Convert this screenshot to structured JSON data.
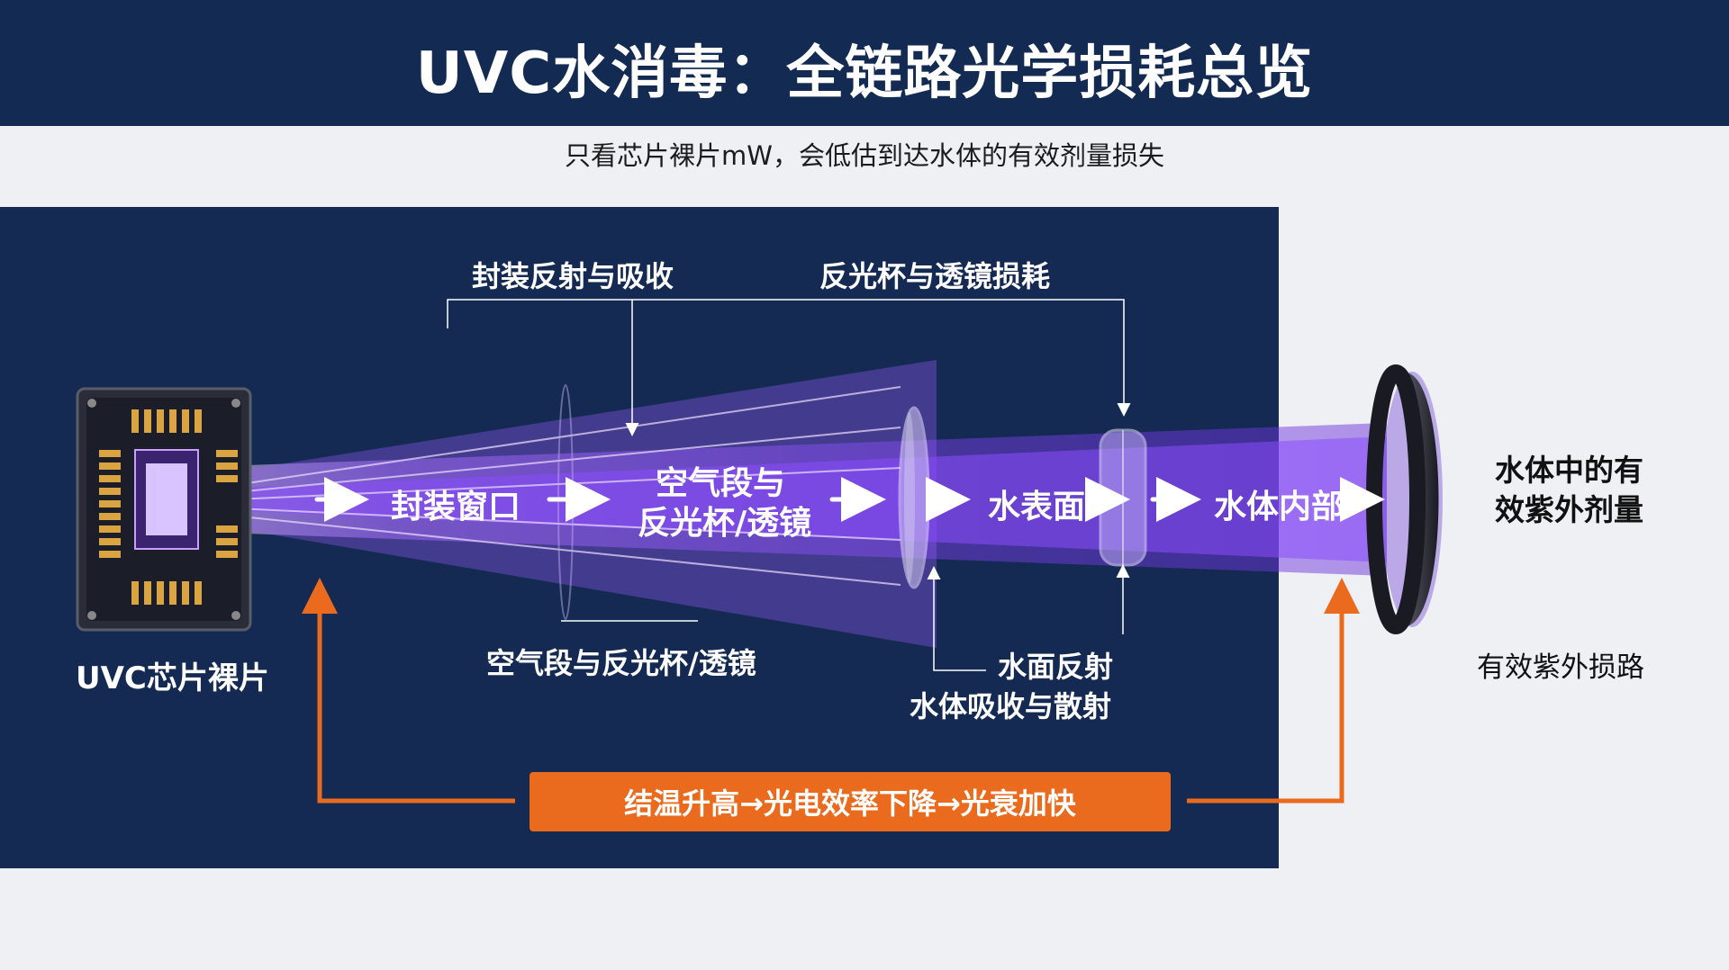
{
  "header": {
    "title": "UVC水消毒：全链路光学损耗总览",
    "subtitle": "只看芯片裸片mW，会低估到达水体的有效剂量损失"
  },
  "top_labels": {
    "package_loss": "封装反射与吸收",
    "reflector_loss": "反光杯与透镜损耗"
  },
  "stages": {
    "package_window": "封装窗口",
    "air_reflector_line1": "空气段与",
    "air_reflector_line2": "反光杯/透镜",
    "water_surface": "水表面",
    "water_interior": "水体内部"
  },
  "chip_label": "UVC芯片裸片",
  "bottom_labels": {
    "air_reflector": "空气段与反光杯/透镜",
    "surface_reflection": "水面反射",
    "absorption_scatter": "水体吸收与散射"
  },
  "result": {
    "dose_line1": "水体中的有",
    "dose_line2": "效紫外剂量",
    "loss_path": "有效紫外损路"
  },
  "feedback": {
    "text": "结温升高→光电效率下降→光衰加快"
  },
  "colors": {
    "navy": "#132a52",
    "beam": "#8a4dff",
    "orange": "#ea6a1e"
  }
}
